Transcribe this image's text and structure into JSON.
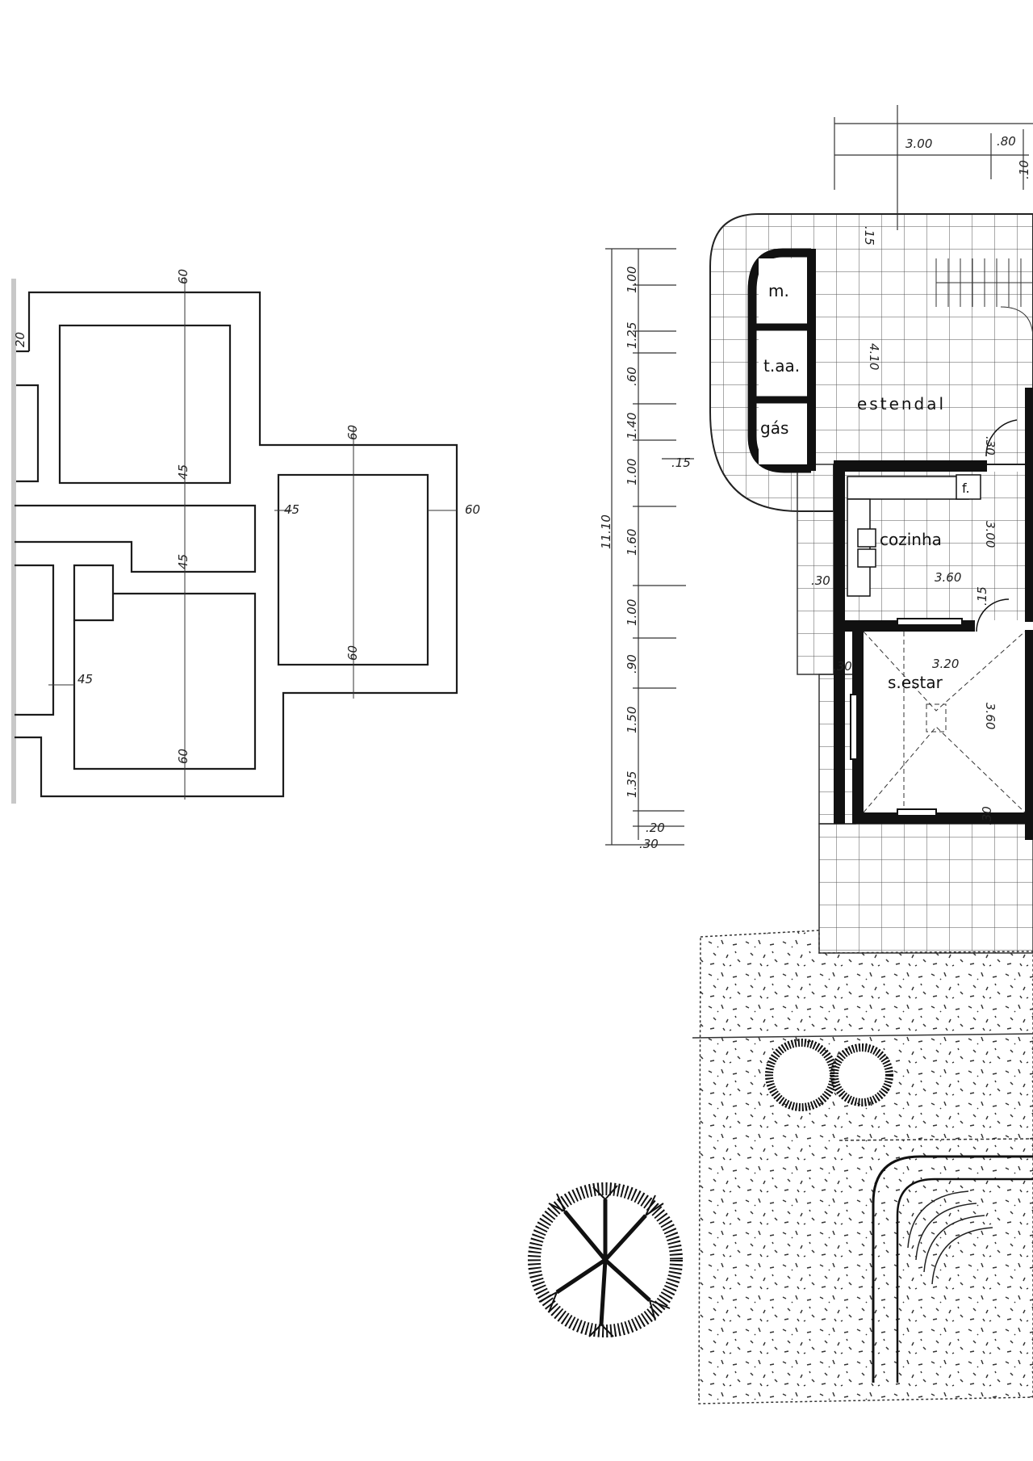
{
  "foundation": {
    "dimensions": [
      "60",
      "45",
      "45",
      "60",
      "45",
      "60",
      "60",
      "60",
      "45",
      "20"
    ]
  },
  "plan": {
    "rooms": [
      "m.",
      "t.aa.",
      "gás",
      "estendal",
      "cozinha",
      "s.estar",
      "f."
    ],
    "vertical_chain": [
      "1.00",
      "1.25",
      ".60",
      "1.40",
      "1.00",
      "1.60",
      "1.00",
      ".90",
      "1.50",
      "1.35",
      ".20",
      ".30"
    ],
    "total": "11.10",
    "top_dimensions": [
      "3.00",
      ".80",
      ".10"
    ],
    "interior_dimensions": [
      "4.10",
      ".15",
      ".15",
      ".30",
      "3.00",
      "3.60",
      ".30",
      ".15",
      ".30",
      "3.20",
      "3.60",
      ".30"
    ]
  },
  "colors": {
    "ink": "#1c1c1c",
    "paper": "#ffffff",
    "wall": "#111111"
  }
}
